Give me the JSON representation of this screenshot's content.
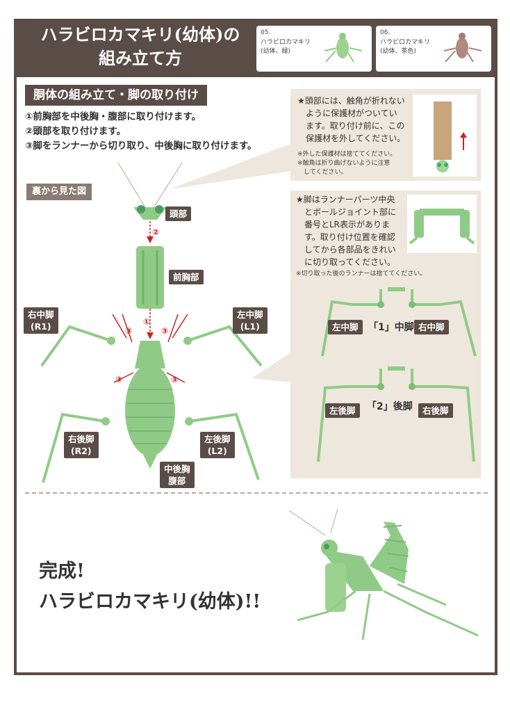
{
  "header": {
    "title_line1": "ハラビロカマキリ(幼体)の",
    "title_line2": "組み立て方",
    "variants": [
      {
        "num": "05.",
        "name": "ハラビロカマキリ",
        "sub": "(幼体、緑)"
      },
      {
        "num": "06.",
        "name": "ハラビロカマキリ",
        "sub": "(幼体、茶色)"
      }
    ]
  },
  "section": {
    "heading": "胴体の組み立て・脚の取り付け",
    "steps": [
      "①前胸部を中後胸・腹部に取り付けます。",
      "②頭部を取り付けます。",
      "③脚をランナーから切り取り、中後胸に取り付けます。"
    ],
    "view_label": "裏から見た図"
  },
  "note_head": {
    "lines": [
      "★頭部には、触角が折れない",
      "ように保護材がついてい",
      "ます。取り付け前に、この",
      "保護材を外してください。"
    ],
    "small": [
      "※外した保護材は捨ててください。",
      "※触角は折り曲げないように注意",
      "　してください。"
    ]
  },
  "note_legs": {
    "lines": [
      "★脚はランナーパーツ中央",
      "とボールジョイント部に",
      "番号とLR表示がありま",
      "す。取り付け位置を確認",
      "してから各部品をきれい",
      "に切り取ってください。"
    ],
    "small": "※切り取った後のランナーは捨ててください。",
    "runner1": {
      "left": "左中脚",
      "center": "「1」中脚",
      "right": "右中脚"
    },
    "runner2": {
      "left": "左後脚",
      "center": "「2」後脚",
      "right": "右後脚"
    }
  },
  "diagram": {
    "head": "頭部",
    "prothorax": "前胸部",
    "body_line1": "中後胸",
    "body_line2": "腹部",
    "r_mid": "右中脚",
    "r_mid_code": "(R1)",
    "l_mid": "左中脚",
    "l_mid_code": "(L1)",
    "r_hind": "右後脚",
    "r_hind_code": "(R2)",
    "l_hind": "左後脚",
    "l_hind_code": "(L2)",
    "mark1": "①",
    "mark2": "②",
    "mark3": "③"
  },
  "completion": {
    "line1": "完成!",
    "line2": "ハラビロカマキリ(幼体)!!"
  },
  "colors": {
    "brown": "#5a4c46",
    "beige": "#eee7dd",
    "green": "#8fcb86",
    "red": "#cc2222"
  }
}
